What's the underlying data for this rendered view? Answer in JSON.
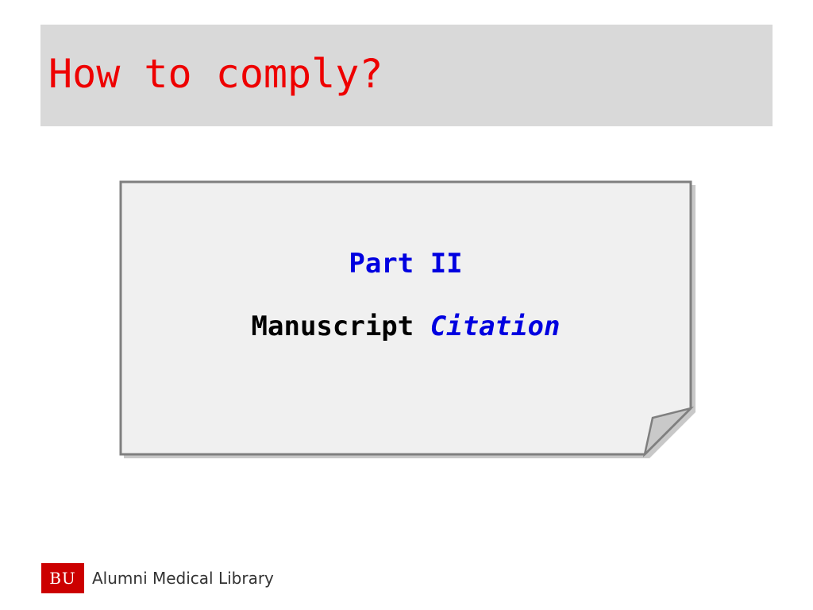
{
  "title": "How to comply?",
  "note": {
    "line1": "Part II",
    "line2_plain": "Manuscript ",
    "line2_emphasis": "Citation"
  },
  "footer": {
    "logo_text": "BU",
    "library_name": "Alumni Medical Library"
  },
  "colors": {
    "title": "#ee0000",
    "title_bar": "#d9d9d9",
    "accent_blue": "#0000e0",
    "note_fill": "#f0f0f0",
    "note_border": "#808080",
    "logo_red": "#cc0000"
  }
}
